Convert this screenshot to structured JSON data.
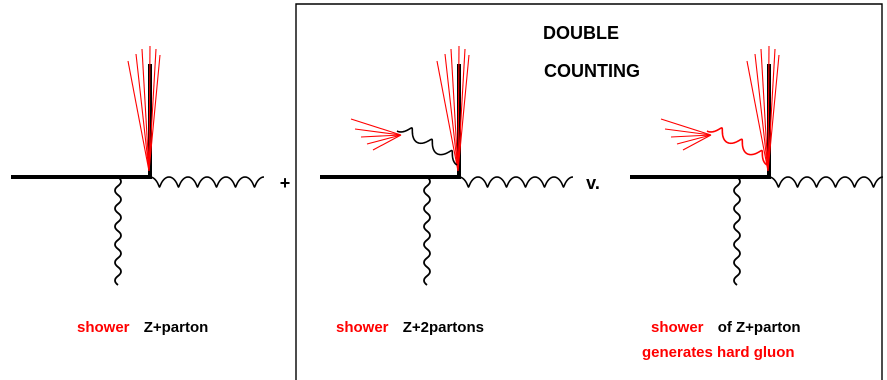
{
  "title": {
    "line1": "DOUBLE",
    "line2": "COUNTING"
  },
  "operators": {
    "plus": "+",
    "versus": "v."
  },
  "panels": [
    {
      "red": "shower",
      "black": "Z+parton",
      "line2": ""
    },
    {
      "red": "shower",
      "black": "Z+2partons",
      "line2": ""
    },
    {
      "red": "shower",
      "black": "of Z+parton",
      "line2": "generates hard gluon"
    }
  ],
  "colors": {
    "shower": "#ff0000",
    "ink": "#000000",
    "background": "#ffffff"
  }
}
